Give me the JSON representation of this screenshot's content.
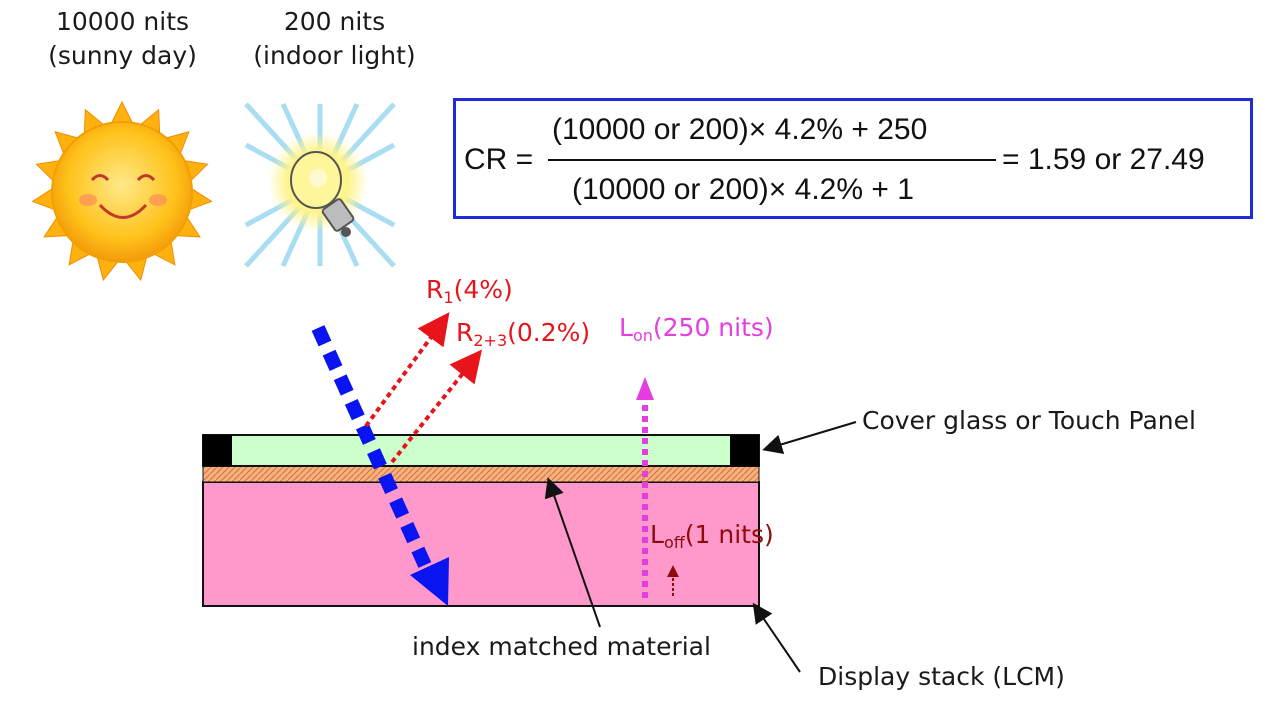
{
  "light_sources": {
    "sunny": {
      "value": "10000 nits",
      "desc": "(sunny day)",
      "icon": "sun-icon"
    },
    "indoor": {
      "value": "200 nits",
      "desc": "(indoor light)",
      "icon": "light-bulb-icon"
    }
  },
  "formula": {
    "lhs": "CR =",
    "numerator": "(10000  or  200)× 4.2% + 250",
    "denominator": "(10000  or  200)× 4.2% + 1",
    "result": "= 1.59  or  27.49",
    "border_color": "#1f2bd6"
  },
  "rays": {
    "r1": {
      "symbol": "R",
      "sub": "1",
      "value": "(4%)"
    },
    "r23": {
      "symbol": "R",
      "sub": "2+3",
      "value": "(0.2%)"
    },
    "lon": {
      "symbol": "L",
      "sub": "on",
      "value": "(250 nits)"
    },
    "loff": {
      "symbol": "L",
      "sub": "off",
      "value": "(1 nits)"
    }
  },
  "labels": {
    "cover": "Cover glass or Touch Panel",
    "index": "index matched material",
    "display": "Display stack (LCM)"
  },
  "colors": {
    "incident": "#0a14f0",
    "reflection": "#e8141c",
    "on_light": "#e43ee0",
    "off_light": "#8e0b0b",
    "cover_glass": "#ccffcc",
    "index_layer": "#f4b183",
    "display_stack": "#ff99cc",
    "bezel": "#000000"
  }
}
